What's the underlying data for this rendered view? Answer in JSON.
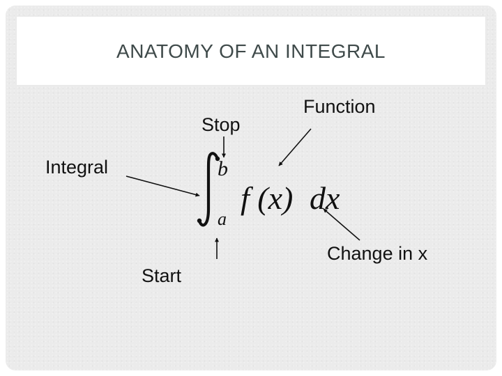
{
  "slide": {
    "title": "ANATOMY OF AN INTEGRAL"
  },
  "labels": {
    "stop": "Stop",
    "function": "Function",
    "integral": "Integral",
    "start": "Start",
    "change": "Change in x"
  },
  "expression": {
    "upper_limit": "b",
    "lower_limit": "a",
    "integrand": "f (x)",
    "differential": "dx"
  }
}
